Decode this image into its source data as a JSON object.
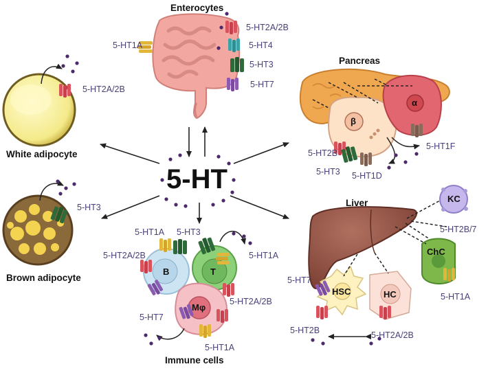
{
  "center": {
    "label": "5-HT"
  },
  "organs": {
    "enterocytes": {
      "title": "Enterocytes",
      "receptors": [
        "5-HT2A/2B",
        "5-HT1A",
        "5-HT4",
        "5-HT3",
        "5-HT7"
      ]
    },
    "pancreas": {
      "title": "Pancreas",
      "alpha": "α",
      "beta": "β",
      "receptors": [
        "5-HT2B",
        "5-HT3",
        "5-HT1D",
        "5-HT1F"
      ]
    },
    "white_adipocyte": {
      "title": "White adipocyte",
      "receptor": "5-HT2A/2B"
    },
    "brown_adipocyte": {
      "title": "Brown adipocyte",
      "receptor": "5-HT3"
    },
    "immune": {
      "title": "Immune cells",
      "b": "B",
      "t": "T",
      "mphi": "Mφ",
      "receptors": [
        "5-HT1A",
        "5-HT3",
        "5-HT1A",
        "5-HT2A/2B",
        "5-HT2A/2B",
        "5-HT7",
        "5-HT1A"
      ]
    },
    "liver": {
      "title": "Liver",
      "kc": "KC",
      "chc": "ChC",
      "hsc": "HSC",
      "hc": "HC",
      "receptors": [
        "5-HT2B/7",
        "5-HT1A",
        "5-HT7",
        "5-HT2B",
        "5-HT2A/2B"
      ]
    }
  },
  "colors": {
    "purple_dot": "#4b2a6b",
    "receptor_red": "#d9535d",
    "receptor_yellow": "#e2b63a",
    "receptor_teal": "#3aa3a8",
    "receptor_green": "#2f6b3a",
    "receptor_purple": "#8a5bb0",
    "receptor_brown": "#8a6b5c",
    "label_text": "#4a3f7a"
  }
}
